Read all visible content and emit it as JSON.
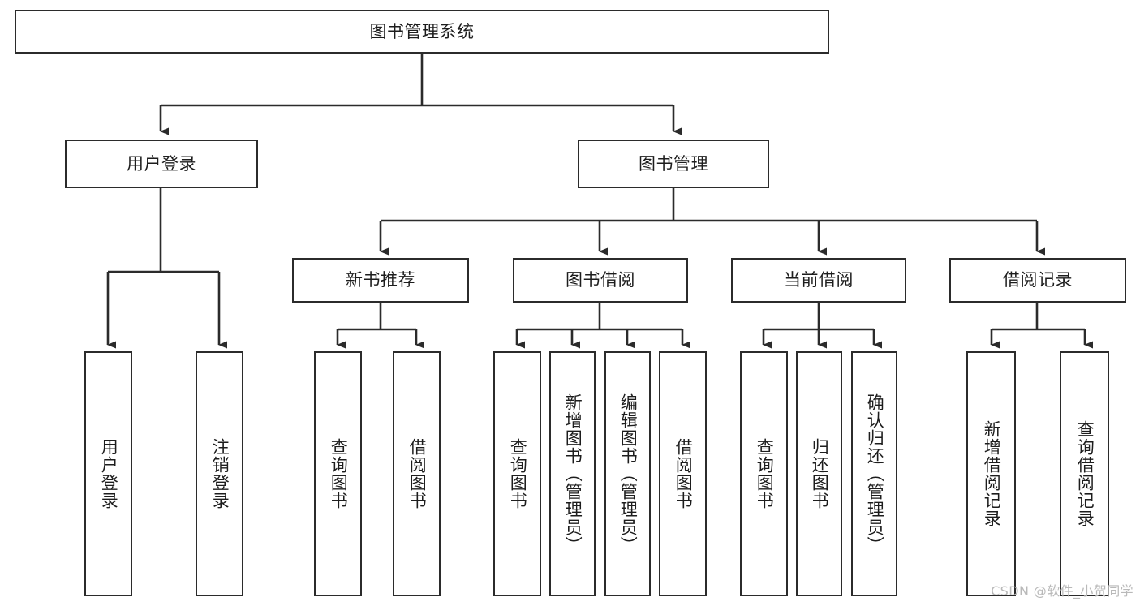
{
  "diagram": {
    "title": "图书管理系统",
    "type": "tree-hierarchy-chart",
    "colors": {
      "background": "#ffffff",
      "box_border": "#2b2b2b",
      "box_fill": "#ffffff",
      "edge": "#2b2b2b",
      "text": "#1d1d1d",
      "watermark": "#b9b9b9"
    }
  },
  "nodes": {
    "root": {
      "label": "图书管理系统"
    },
    "level2": [
      {
        "id": "user-login",
        "label": "用户登录"
      },
      {
        "id": "book-manage",
        "label": "图书管理"
      }
    ],
    "level3": [
      {
        "id": "new-book-recommend",
        "label": "新书推荐"
      },
      {
        "id": "book-borrow",
        "label": "图书借阅"
      },
      {
        "id": "current-borrow",
        "label": "当前借阅"
      },
      {
        "id": "borrow-record",
        "label": "借阅记录"
      }
    ],
    "leaves": [
      {
        "id": "leaf-user-login",
        "label": "用户登录",
        "parent": "user-login"
      },
      {
        "id": "leaf-logout-login",
        "label": "注销登录",
        "parent": "user-login"
      },
      {
        "id": "leaf-query-book-1",
        "label": "查询图书",
        "parent": "new-book-recommend"
      },
      {
        "id": "leaf-borrow-book-1",
        "label": "借阅图书",
        "parent": "new-book-recommend"
      },
      {
        "id": "leaf-query-book-2",
        "label": "查询图书",
        "parent": "book-borrow"
      },
      {
        "id": "leaf-add-book",
        "label": "新增图书（管理员）",
        "parent": "book-borrow"
      },
      {
        "id": "leaf-edit-book",
        "label": "编辑图书（管理员）",
        "parent": "book-borrow"
      },
      {
        "id": "leaf-borrow-book-2",
        "label": "借阅图书",
        "parent": "book-borrow"
      },
      {
        "id": "leaf-query-book-3",
        "label": "查询图书",
        "parent": "current-borrow"
      },
      {
        "id": "leaf-return-book",
        "label": "归还图书",
        "parent": "current-borrow"
      },
      {
        "id": "leaf-confirm-return",
        "label": "确认归还（管理员）",
        "parent": "current-borrow"
      },
      {
        "id": "leaf-add-record",
        "label": "新增借阅记录",
        "parent": "borrow-record"
      },
      {
        "id": "leaf-query-record",
        "label": "查询借阅记录",
        "parent": "borrow-record"
      }
    ]
  },
  "watermark": {
    "text": "CSDN @软件_小贺同学"
  }
}
